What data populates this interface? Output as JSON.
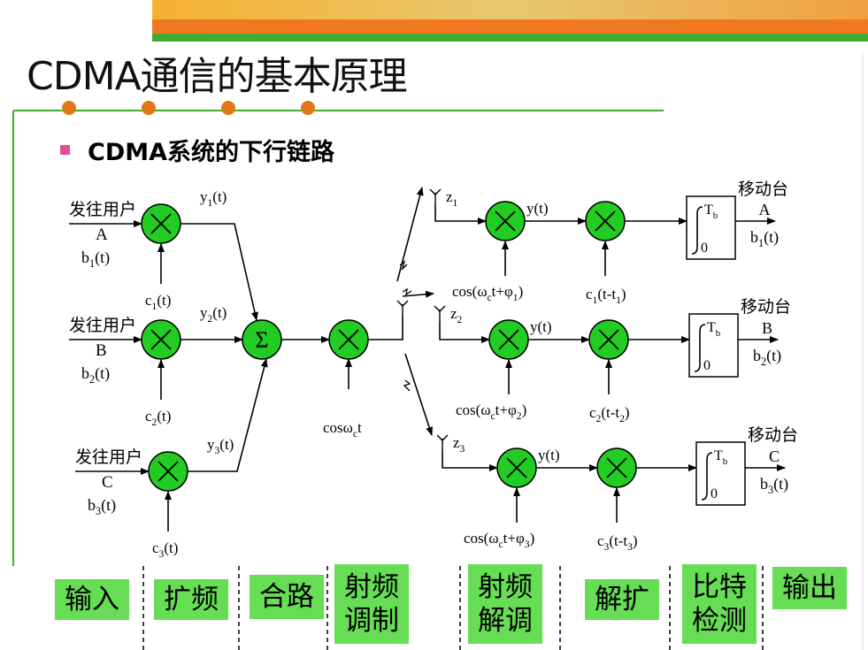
{
  "title": "CDMA通信的基本原理",
  "bullet": "CDMA系统的下行链路",
  "inputs": [
    {
      "label": "发往用户",
      "user": "A",
      "bits": "b",
      "sub": "1",
      "suffix": "(t)"
    },
    {
      "label": "发往用户",
      "user": "B",
      "bits": "b",
      "sub": "2",
      "suffix": "(t)"
    },
    {
      "label": "发往用户",
      "user": "C",
      "bits": "b",
      "sub": "3",
      "suffix": "(t)"
    }
  ],
  "spread_codes": [
    {
      "base": "c",
      "sub": "1",
      "suffix": "(t)"
    },
    {
      "base": "c",
      "sub": "2",
      "suffix": "(t)"
    },
    {
      "base": "c",
      "sub": "3",
      "suffix": "(t)"
    }
  ],
  "spread_outputs": [
    {
      "base": "y",
      "sub": "1",
      "suffix": "(t)"
    },
    {
      "base": "y",
      "sub": "2",
      "suffix": "(t)"
    },
    {
      "base": "y",
      "sub": "3",
      "suffix": "(t)"
    }
  ],
  "sum_symbol": "Σ",
  "carrier": {
    "base": "cosω",
    "sub": "c",
    "suffix": "t"
  },
  "receivers": [
    {
      "z": "z",
      "z_sub": "1",
      "y": "y(t)",
      "carrier_a": "cos(ω",
      "carrier_sub": "c",
      "carrier_b": "t+φ",
      "phase_sub": "1",
      "carrier_c": ")",
      "despread_a": "c",
      "despread_sub": "1",
      "despread_b": "(t-t",
      "delay_sub": "1",
      "despread_c": ")",
      "station": "移动台",
      "user": "A",
      "out_base": "b",
      "out_sub": "1",
      "out_suffix": "(t)",
      "int_upper": "T",
      "int_upper_sub": "b",
      "int_lower": "0"
    },
    {
      "z": "z",
      "z_sub": "2",
      "y": "y(t)",
      "carrier_a": "cos(ω",
      "carrier_sub": "c",
      "carrier_b": "t+φ",
      "phase_sub": "2",
      "carrier_c": ")",
      "despread_a": "c",
      "despread_sub": "2",
      "despread_b": "(t-t",
      "delay_sub": "2",
      "despread_c": ")",
      "station": "移动台",
      "user": "B",
      "out_base": "b",
      "out_sub": "2",
      "out_suffix": "(t)",
      "int_upper": "T",
      "int_upper_sub": "b",
      "int_lower": "0"
    },
    {
      "z": "z",
      "z_sub": "3",
      "y": "y(t)",
      "carrier_a": "cos(ω",
      "carrier_sub": "c",
      "carrier_b": "t+φ",
      "phase_sub": "3",
      "carrier_c": ")",
      "despread_a": "c",
      "despread_sub": "3",
      "despread_b": "(t-t",
      "delay_sub": "3",
      "despread_c": ")",
      "station": "移动台",
      "user": "C",
      "out_base": "b",
      "out_sub": "3",
      "out_suffix": "(t)",
      "int_upper": "T",
      "int_upper_sub": "b",
      "int_lower": "0"
    }
  ],
  "stages": [
    {
      "label": "输入"
    },
    {
      "label": "扩频"
    },
    {
      "label": "合路"
    },
    {
      "label": "射频\n调制"
    },
    {
      "label": "射频\n解调"
    },
    {
      "label": "解扩"
    },
    {
      "label": "比特\n检测"
    },
    {
      "label": "输出"
    }
  ],
  "colors": {
    "node_fill": "#22cc22",
    "stage_fill": "#66dd55",
    "accent_orange": "#f07820",
    "accent_green": "#44aa33",
    "bullet_pink": "#e0509a",
    "dot_orange": "#e07818"
  }
}
